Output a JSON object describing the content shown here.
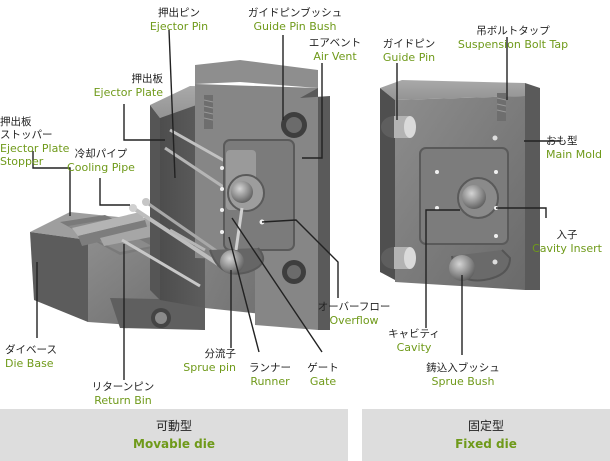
{
  "labels": {
    "ejector_pin": {
      "jp": "押出ピン",
      "en": "Ejector Pin"
    },
    "guide_pin_bush": {
      "jp": "ガイドピンブッシュ",
      "en": "Guide Pin Bush"
    },
    "air_vent": {
      "jp": "エアベント",
      "en": "Air Vent"
    },
    "ejector_plate": {
      "jp": "押出板",
      "en": "Ejector Plate"
    },
    "ejector_plate_stopper": {
      "jp1": "押出板",
      "jp2": "ストッパー",
      "en1": "Ejector Plate",
      "en2": "Stopper"
    },
    "cooling_pipe": {
      "jp": "冷却パイプ",
      "en": "Cooling Pipe"
    },
    "die_base": {
      "jp": "ダイベース",
      "en": "Die Base"
    },
    "return_bin": {
      "jp": "リターンピン",
      "en": "Return Bin"
    },
    "sprue_pin": {
      "jp": "分流子",
      "en": "Sprue pin"
    },
    "runner": {
      "jp": "ランナー",
      "en": "Runner"
    },
    "gate": {
      "jp": "ゲート",
      "en": "Gate"
    },
    "overflow": {
      "jp": "オーバーフロー",
      "en": "Overflow"
    },
    "guide_pin": {
      "jp": "ガイドピン",
      "en": "Guide Pin"
    },
    "suspension_bolt_tap": {
      "jp": "吊ボルトタップ",
      "en": "Suspension Bolt Tap"
    },
    "main_mold": {
      "jp": "おも型",
      "en": "Main Mold"
    },
    "cavity_insert": {
      "jp": "入子",
      "en": "Cavity Insert"
    },
    "cavity": {
      "jp": "キャビティ",
      "en": "Cavity"
    },
    "sprue_bush": {
      "jp": "鋳込入ブッシュ",
      "en": "Sprue Bush"
    }
  },
  "captions": {
    "movable": {
      "jp": "可動型",
      "en": "Movable die"
    },
    "fixed": {
      "jp": "固定型",
      "en": "Fixed die"
    }
  }
}
